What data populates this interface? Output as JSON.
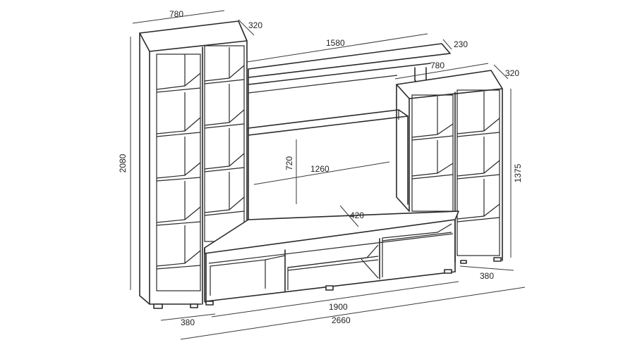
{
  "diagram": {
    "dimensions": {
      "left_width": "780",
      "left_depth": "320",
      "shelf_width": "1580",
      "shelf_depth": "230",
      "right_width": "780",
      "right_depth": "320",
      "total_height": "2080",
      "right_height": "1375",
      "tv_height": "720",
      "tv_width": "1260",
      "tv_depth": "420",
      "base_depth_right": "380",
      "base_depth_left": "380",
      "base_width": "1900",
      "total_width": "2660"
    }
  }
}
